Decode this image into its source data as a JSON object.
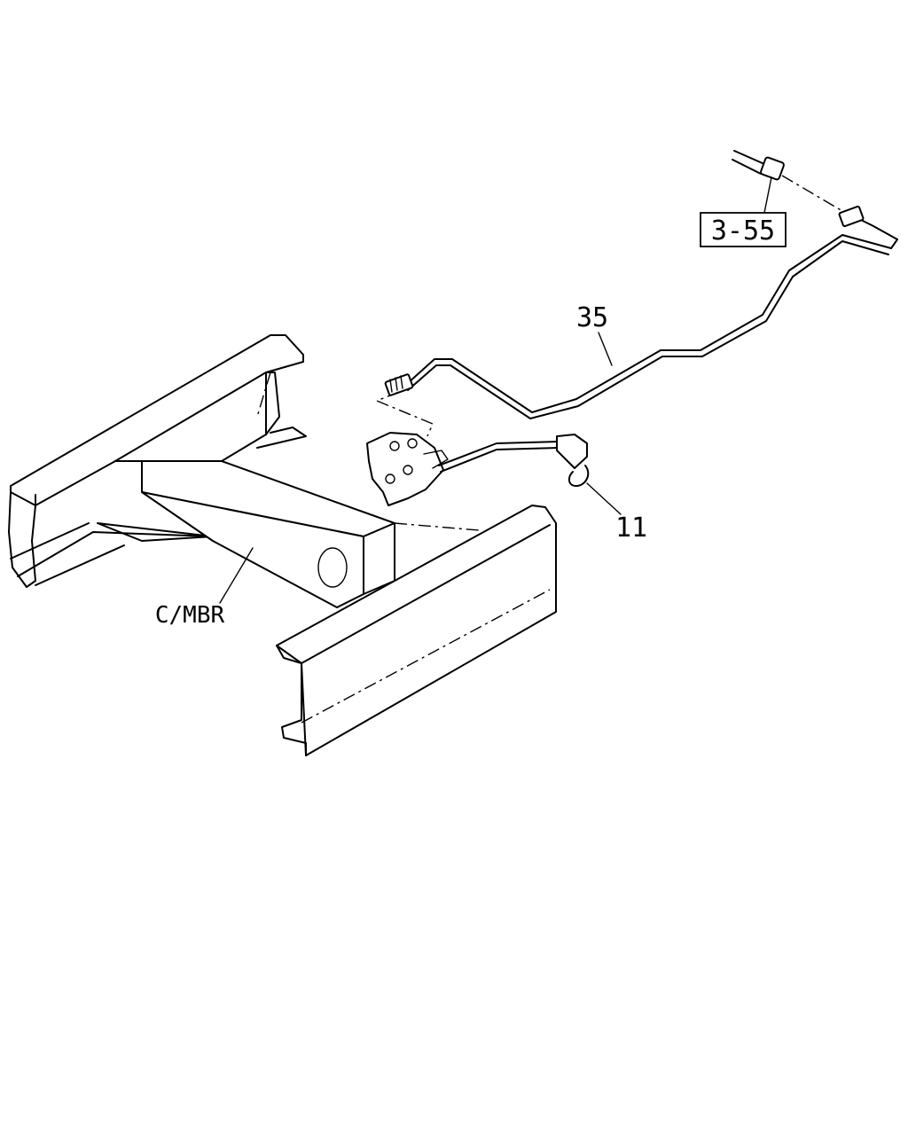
{
  "callouts": {
    "ref_box": "3-55",
    "pipe": "35",
    "clip": "11",
    "cross_member": "C/MBR"
  }
}
